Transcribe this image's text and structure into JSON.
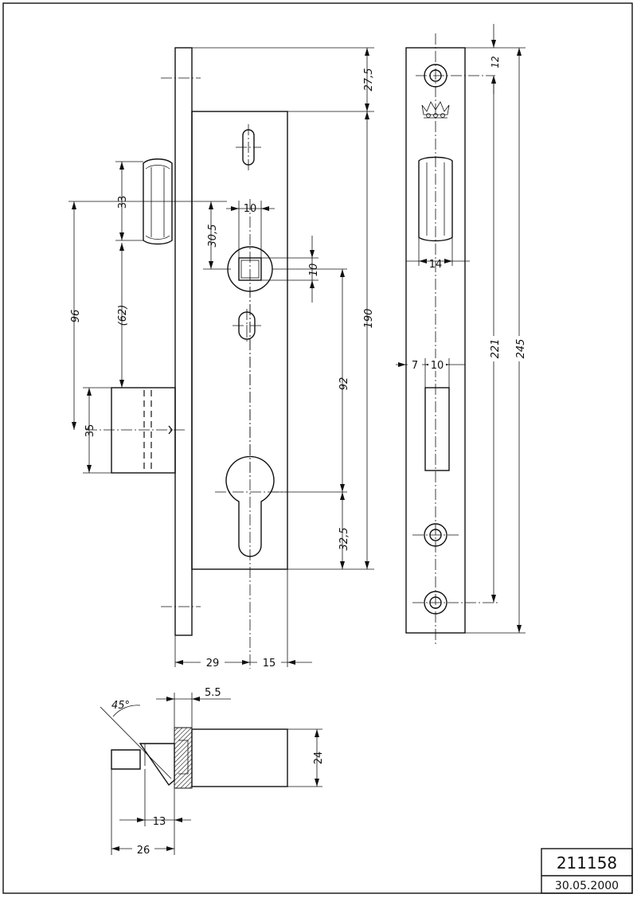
{
  "drawing": {
    "part_number": "211158",
    "date": "30.05.2000"
  },
  "front_view": {
    "dim_top_offset": "27,5",
    "dim_case_height": "190",
    "dim_latch": "33",
    "dim_latch_to_spindle": "30,5",
    "dim_spindle_width": "10",
    "dim_spindle_square": "10",
    "dim_latch_to_bolt": "(62)",
    "dim_latch_center_to_bolt": "96",
    "dim_bolt": "35",
    "dim_spindle_to_cylinder": "92",
    "dim_cylinder_to_bottom": "32,5",
    "dim_backset": "29",
    "dim_case_depth": "15"
  },
  "faceplate_view": {
    "dim_screw_top": "12",
    "dim_latch_slot_width": "14",
    "dim_bolt_offset": "7",
    "dim_bolt_slot_width": "10",
    "dim_screw_distance": "221",
    "dim_faceplate_length": "245"
  },
  "bolt_view": {
    "dim_angle": "45°",
    "dim_flange": "5.5",
    "dim_bolt_height": "24",
    "dim_throw": "13",
    "dim_total": "26"
  }
}
